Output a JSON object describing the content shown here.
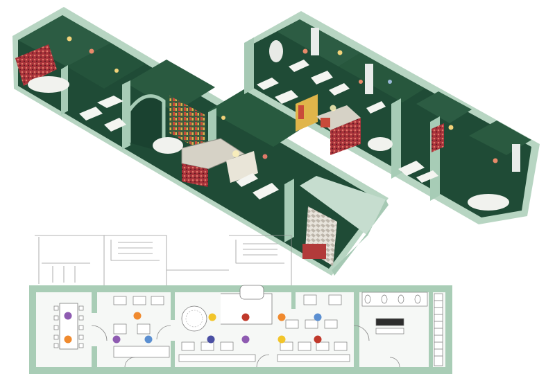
{
  "colors": {
    "background": "#ffffff",
    "wall_light": "#b9d6c4",
    "wall_mid": "#8fb9a2",
    "wall_dark": "#2e5a44",
    "floor_dark": "#1f4a35",
    "floor_mid": "#2f6a4a",
    "table_white": "#f4f5f1",
    "pattern_red": "#b4343a",
    "plan_wall": "#a9cdb6",
    "plan_line": "#7a7a7a",
    "plan_fill": "#f6f8f6"
  },
  "diagram": {
    "views": [
      {
        "name": "axonometric-view-left",
        "sections": 4
      },
      {
        "name": "axonometric-view-right",
        "sections": 4
      },
      {
        "name": "floor-plan",
        "sections": 6
      }
    ],
    "seat_markers": [
      {
        "zone": "private-room",
        "color": "#8e5bb1"
      },
      {
        "zone": "private-room",
        "color": "#f08a2e"
      },
      {
        "zone": "front-dining",
        "color": "#8e5bb1"
      },
      {
        "zone": "front-dining",
        "color": "#f08a2e"
      },
      {
        "zone": "front-dining",
        "color": "#5b8fd1"
      },
      {
        "zone": "main-dining",
        "color": "#f2c52a"
      },
      {
        "zone": "main-dining",
        "color": "#c0392b"
      },
      {
        "zone": "main-dining",
        "color": "#f08a2e"
      },
      {
        "zone": "main-dining",
        "color": "#5b8fd1"
      },
      {
        "zone": "main-dining",
        "color": "#4a4fa3"
      },
      {
        "zone": "main-dining",
        "color": "#8e5bb1"
      },
      {
        "zone": "main-dining",
        "color": "#f2c52a"
      },
      {
        "zone": "main-dining",
        "color": "#c0392b"
      }
    ]
  }
}
